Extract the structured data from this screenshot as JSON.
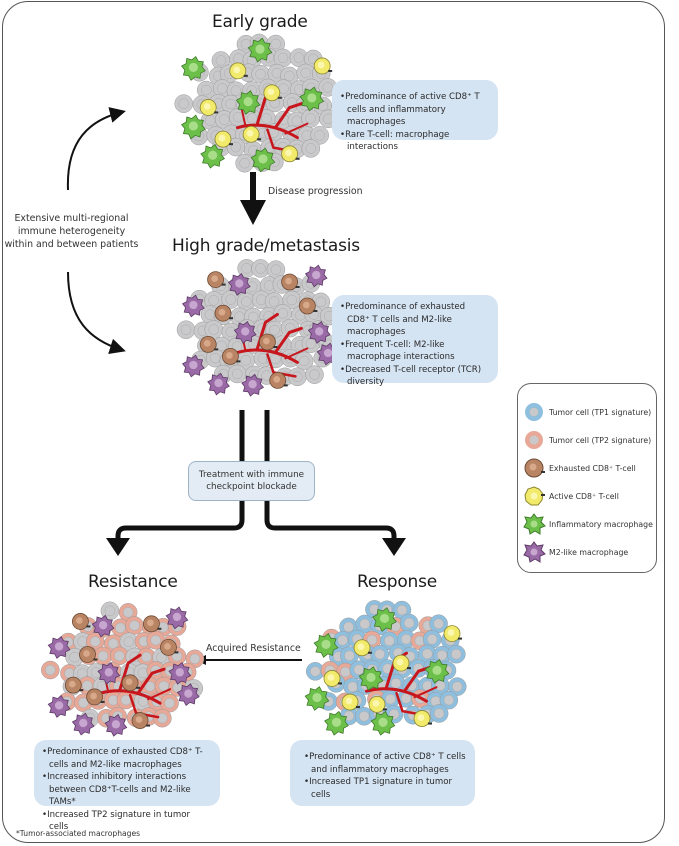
{
  "stages": {
    "early": {
      "title": "Early grade",
      "bullets": [
        "Predominance of active CD8⁺ T cells and inflammatory macrophages",
        "Rare T-cell: macrophage interactions"
      ]
    },
    "high": {
      "title": "High grade/metastasis",
      "bullets": [
        "Predominance of exhausted CD8⁺ T cells and M2-like macrophages",
        "Frequent T-cell: M2-like macrophage interactions",
        "Decreased T-cell receptor (TCR) diversity"
      ]
    },
    "resistance": {
      "title": "Resistance",
      "bullets": [
        "Predominance of exhausted CD8⁺ T-cells and M2-like macrophages",
        "Increased inhibitory interactions between CD8⁺T-cells and M2-like TAMs*",
        "Increased TP2 signature in tumor cells"
      ]
    },
    "response": {
      "title": "Response",
      "bullets": [
        "Predominance of active CD8⁺ T cells and inflammatory macrophages",
        "Increased TP1 signature in tumor cells"
      ]
    }
  },
  "labels": {
    "disease_progression": "Disease progression",
    "heterogeneity": [
      "Extensive multi-regional",
      "immune  heterogeneity",
      "within and between patients"
    ],
    "treatment": [
      "Treatment with immune",
      "checkpoint blockade"
    ],
    "acquired_resistance": "Acquired Resistance",
    "footnote": "*Tumor-associated macrophages"
  },
  "legend": {
    "items": [
      {
        "label": "Tumor cell (TP1 signature)",
        "icon": "tumor-cell-tp1-icon"
      },
      {
        "label": "Tumor cell (TP2 signature)",
        "icon": "tumor-cell-tp2-icon"
      },
      {
        "label": "Exhausted CD8⁺ T-cell",
        "icon": "exhausted-tcell-icon"
      },
      {
        "label": "Active CD8⁺ T-cell",
        "icon": "active-tcell-icon"
      },
      {
        "label": "Inflammatory macrophage",
        "icon": "inflammatory-macrophage-icon"
      },
      {
        "label": "M2-like macrophage",
        "icon": "m2-macrophage-icon"
      }
    ]
  },
  "colors": {
    "tumor_gray": "#c9c9cb",
    "tumor_tp1": "#8fbfdf",
    "tumor_tp2": "#e8a898",
    "exhausted_tcell": "#b98463",
    "active_tcell": "#f2ea6a",
    "inflammatory_macrophage": "#6cc04a",
    "m2_macrophage": "#9a6aa6",
    "vessel": "#c8161d",
    "info_box": "#d5e4f3"
  }
}
